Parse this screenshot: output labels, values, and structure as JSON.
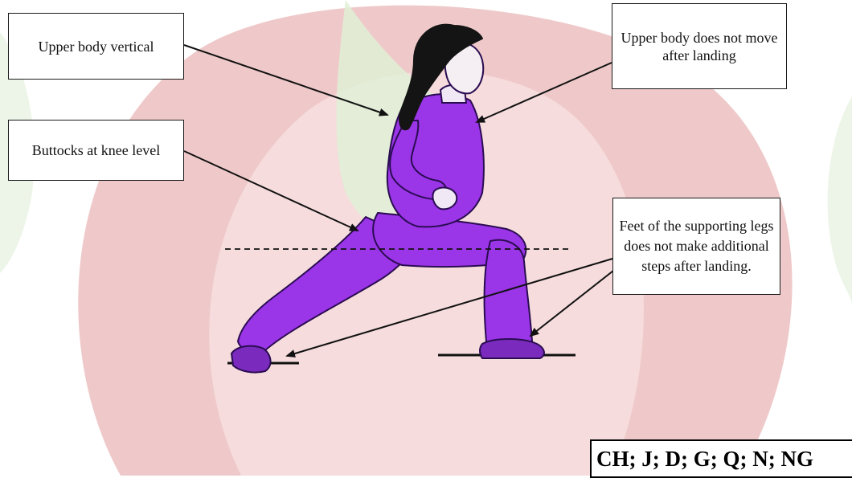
{
  "labels": {
    "upper_body_vertical": "Upper body vertical",
    "upper_body_no_move": "Upper  body does not move after landing",
    "buttocks_knee": "Buttocks at knee level",
    "feet_supporting": "Feet of the supporting legs does not make additional steps after landing."
  },
  "code": "CH; J; D; G; Q; N; NG",
  "colors": {
    "figure_fill": "#9b35e8",
    "figure_outline": "#2a0c52",
    "hair": "#141414",
    "background_shape": "#ecc2c2",
    "background_inner": "#f6dede",
    "green_tint": "#dcefd2",
    "arrow": "#111111"
  }
}
